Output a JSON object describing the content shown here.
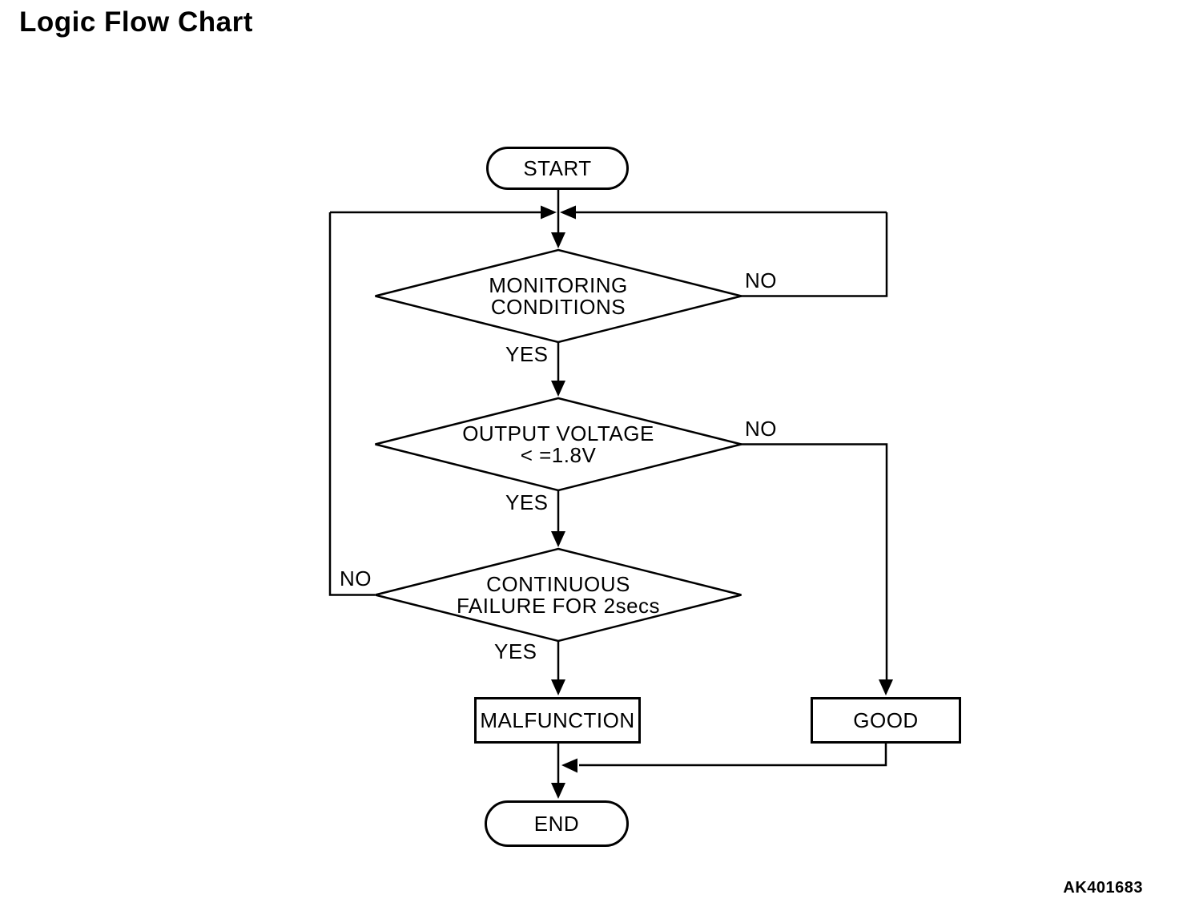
{
  "title": "Logic Flow Chart",
  "figure_code": "AK401683",
  "colors": {
    "line": "#000000",
    "background": "#ffffff",
    "text": "#000000"
  },
  "flowchart": {
    "start": {
      "label": "START",
      "type": "terminator"
    },
    "decision1": {
      "line1": "MONITORING",
      "line2": "CONDITIONS",
      "yes": "YES",
      "no": "NO",
      "type": "decision"
    },
    "decision2": {
      "line1": "OUTPUT VOLTAGE",
      "line2": "< =1.8V",
      "yes": "YES",
      "no": "NO",
      "type": "decision"
    },
    "decision3": {
      "line1": "CONTINUOUS",
      "line2": "FAILURE FOR 2secs",
      "yes": "YES",
      "no": "NO",
      "type": "decision"
    },
    "malfunction": {
      "label": "MALFUNCTION",
      "type": "process"
    },
    "good": {
      "label": "GOOD",
      "type": "process"
    },
    "end": {
      "label": "END",
      "type": "terminator"
    }
  }
}
